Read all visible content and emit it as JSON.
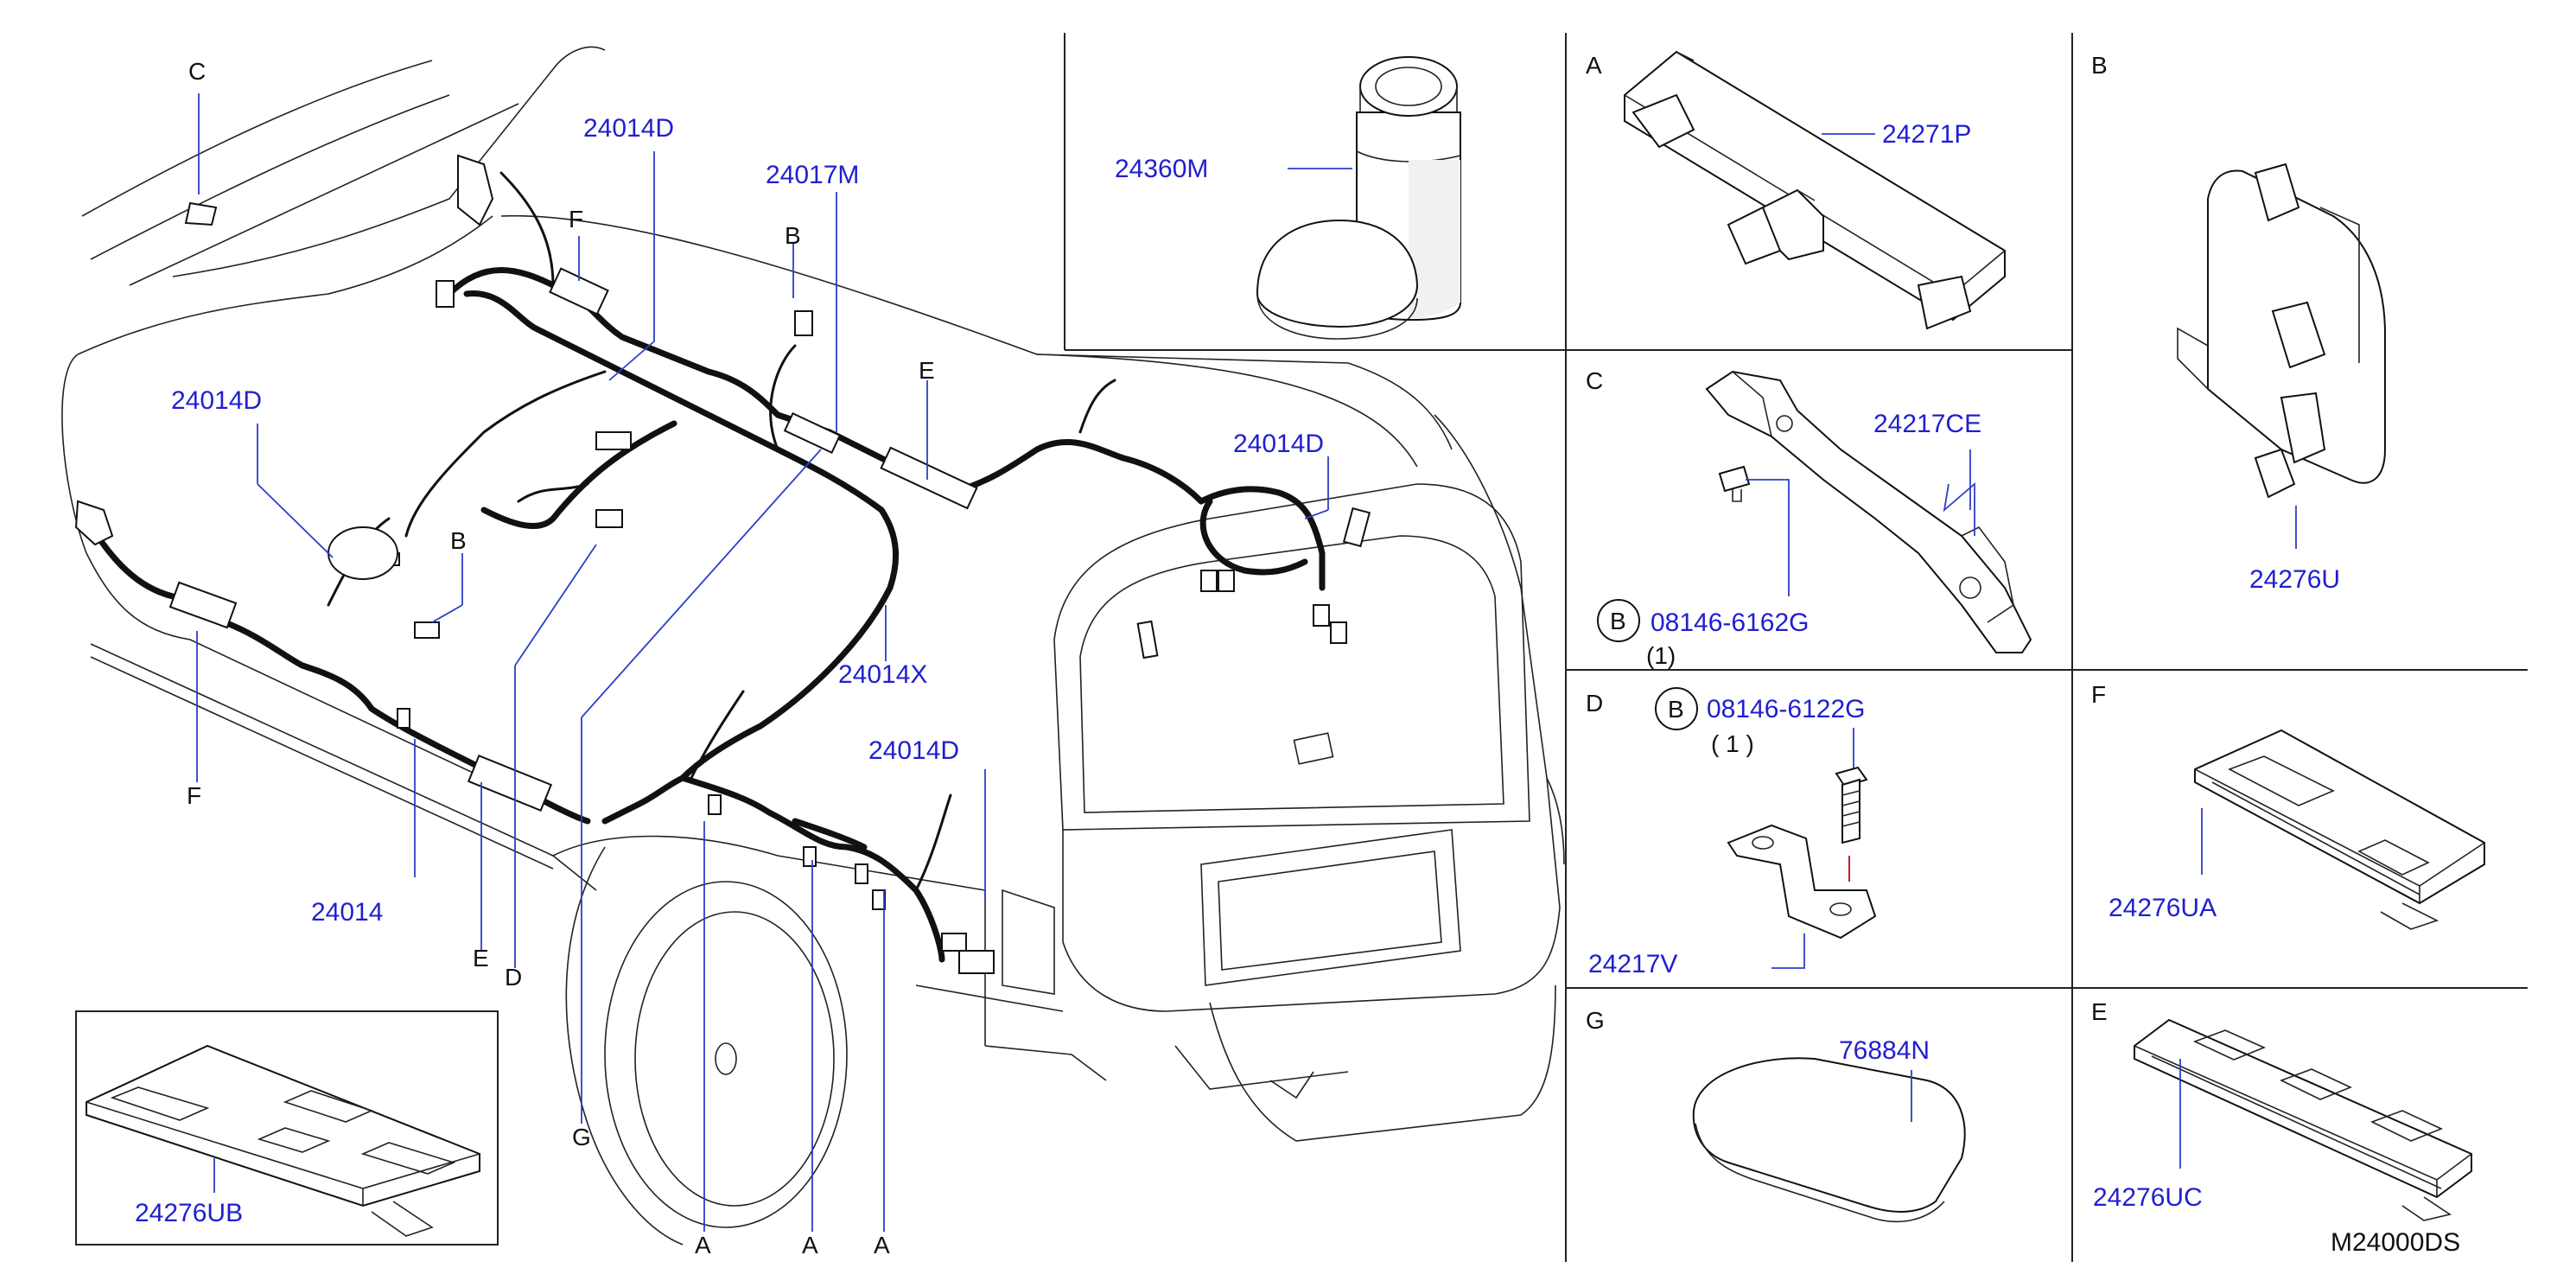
{
  "diagram_code": "M24000DS",
  "main_view": {
    "labels": {
      "c_top": "C",
      "f_top": "F",
      "b_mid": "B",
      "e_mid": "E",
      "b_left": "B",
      "f_left": "F",
      "e_bottom": "E",
      "d_bottom": "D",
      "g_bottom": "G",
      "a1": "A",
      "a2": "A",
      "a3": "A"
    },
    "parts": {
      "p_24014D_top": "24014D",
      "p_24017M": "24017M",
      "p_24014D_left": "24014D",
      "p_24014D_right": "24014D",
      "p_24014X": "24014X",
      "p_24014D_rear": "24014D",
      "p_24014": "24014"
    }
  },
  "inset_ub": {
    "part": "24276UB"
  },
  "top_box": {
    "part": "24360M"
  },
  "panel_A": {
    "letter": "A",
    "part": "24271P"
  },
  "panel_B": {
    "letter": "B",
    "part": "24276U"
  },
  "panel_C": {
    "letter": "C",
    "part": "24217CE",
    "bolt_symbol": "B",
    "bolt_part": "08146-6162G",
    "bolt_qty": "(1)"
  },
  "panel_D": {
    "letter": "D",
    "part": "24217V",
    "bolt_symbol": "B",
    "bolt_part": "08146-6122G",
    "bolt_qty": "( 1 )"
  },
  "panel_F": {
    "letter": "F",
    "part": "24276UA"
  },
  "panel_G": {
    "letter": "G",
    "part": "76884N"
  },
  "panel_E": {
    "letter": "E",
    "part": "24276UC"
  }
}
